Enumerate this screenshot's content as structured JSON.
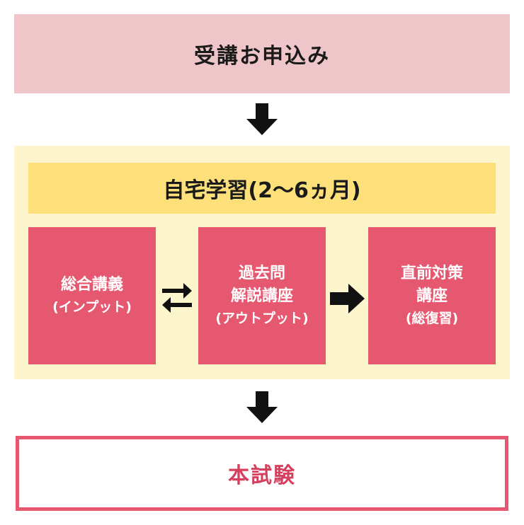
{
  "apply": {
    "label": "受講お申込み"
  },
  "home_study": {
    "title": "自宅学習(2～6ヵ月)",
    "steps": [
      {
        "lines": [
          "総合講義"
        ],
        "sub": "(インプット)"
      },
      {
        "lines": [
          "過去問",
          "解説講座"
        ],
        "sub": "(アウトプット)"
      },
      {
        "lines": [
          "直前対策",
          "講座"
        ],
        "sub": "(総復習)"
      }
    ]
  },
  "exam": {
    "label": "本試験"
  },
  "colors": {
    "apply_bg": "#eec5c8",
    "home_bg": "#fdf6cd",
    "home_title_bg": "#fde07a",
    "step_bg": "#e65870",
    "exam_border": "#e65870",
    "exam_text": "#d6405e",
    "arrow": "#111111"
  }
}
